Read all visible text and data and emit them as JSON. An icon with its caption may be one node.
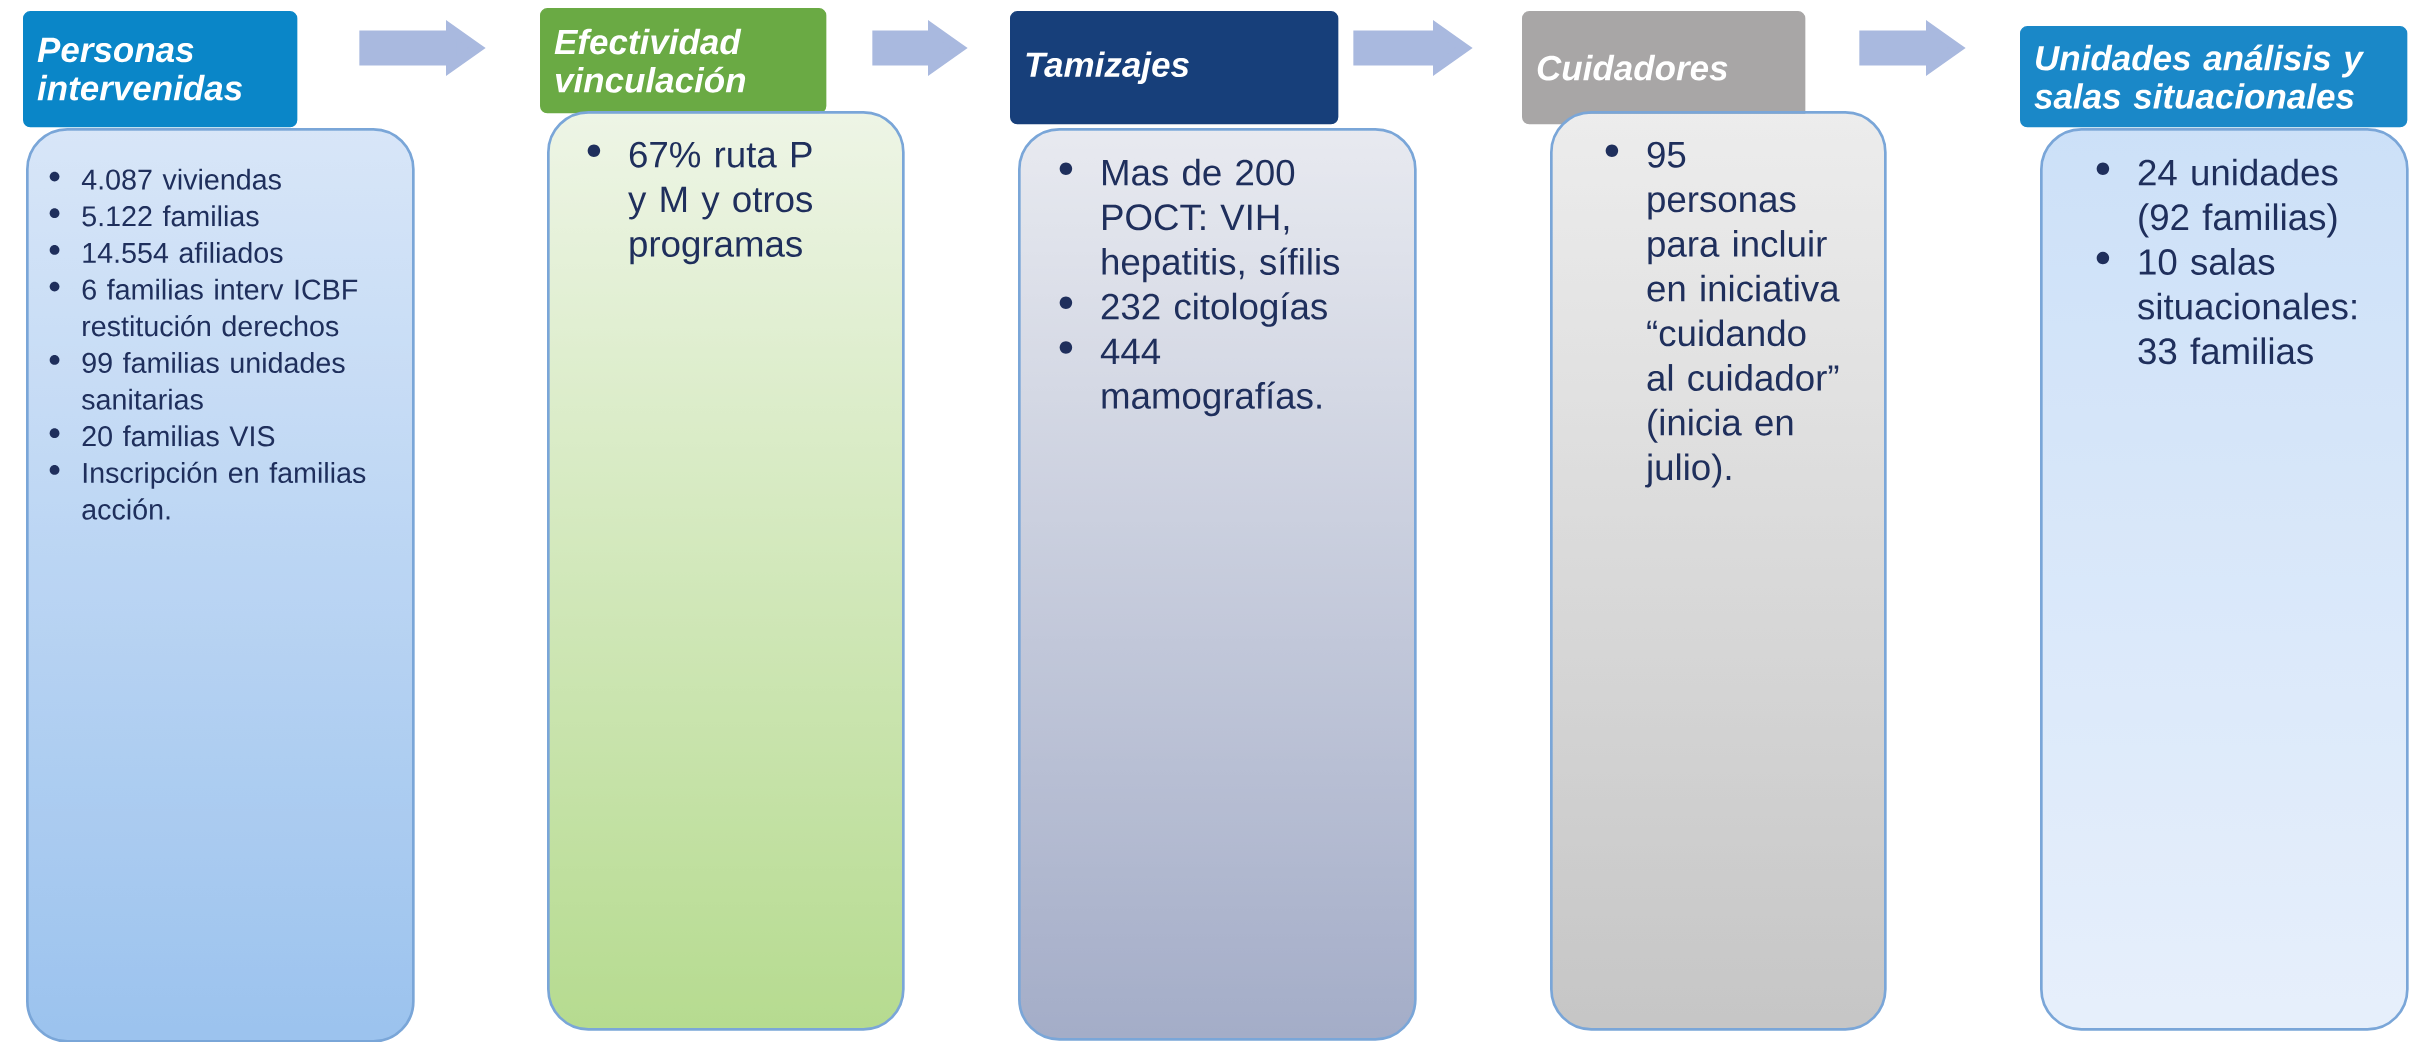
{
  "diagram": {
    "nodes": [
      {
        "text": [
          "Personas intervenidas"
        ]
      },
      {
        "text": [
          "4.087 viviendas",
          "5.122 familias",
          "14.554 afiliados",
          "6 familias interv ICBF restitución derechos",
          "99 familias unidades sanitarias",
          "20 familias VIS",
          "Inscripción en familias acción."
        ]
      },
      {
        "text": [
          "Efectividad vinculación"
        ]
      },
      {
        "text": [
          "67% ruta P y M y otros programas"
        ]
      },
      {
        "text": [
          "Tamizajes"
        ]
      },
      {
        "text": [
          "Mas de 200 POCT: VIH, hepatitis, sífilis",
          "232 citologías",
          "444 mamografías."
        ]
      },
      {
        "text": [
          "Cuidadores"
        ]
      },
      {
        "text": [
          "95 personas para incluir en iniciativa “cuidando al cuidador” (inicia en julio)."
        ]
      },
      {
        "text": [
          "Unidades análisis y salas situacionales"
        ]
      },
      {
        "text": [
          "24 unidades (92 familias)",
          "10 salas situacionales: 33 familias"
        ]
      }
    ],
    "edges": [
      {
        "from": 0,
        "to": 2,
        "arrow": "to"
      },
      {
        "from": 2,
        "to": 4,
        "arrow": "to"
      },
      {
        "from": 4,
        "to": 6,
        "arrow": "to"
      },
      {
        "from": 6,
        "to": 8,
        "arrow": "to"
      }
    ]
  }
}
